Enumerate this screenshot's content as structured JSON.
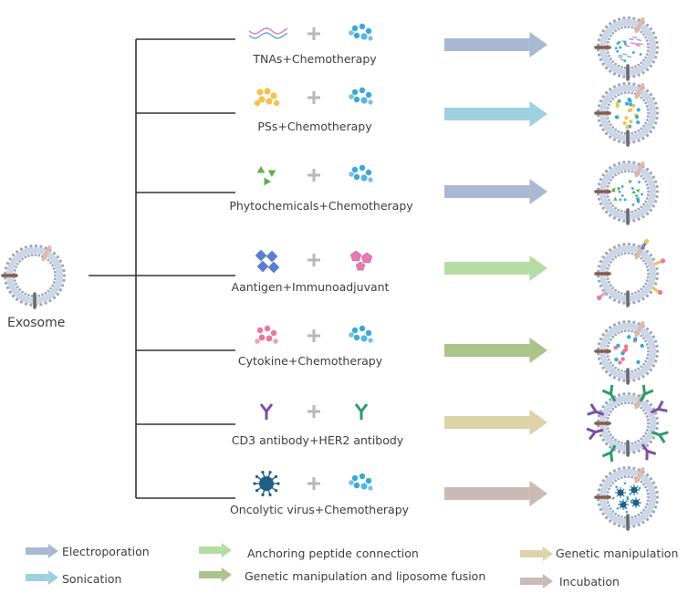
{
  "source": {
    "label": "Exosome"
  },
  "rows": [
    {
      "label": "TNAs+Chemotherapy",
      "left_icon": "tna-icon",
      "right_icon": "chemo-drug-icon",
      "method": "electroporation",
      "cargo": "tna"
    },
    {
      "label": "PSs+Chemotherapy",
      "left_icon": "photosensitizer-icon",
      "right_icon": "chemo-drug-icon",
      "method": "sonication",
      "cargo": "ps"
    },
    {
      "label": "Phytochemicals+Chemotherapy",
      "left_icon": "phytochemical-icon",
      "right_icon": "chemo-drug-icon",
      "method": "electroporation",
      "cargo": "phyto"
    },
    {
      "label": "Aantigen+Immunoadjuvant",
      "left_icon": "antigen-icon",
      "right_icon": "immunoadjuvant-icon",
      "method": "anchoring",
      "cargo": "antigen"
    },
    {
      "label": "Cytokine+Chemotherapy",
      "left_icon": "cytokine-icon",
      "right_icon": "chemo-drug-icon",
      "method": "genetic_liposome",
      "cargo": "cytokine"
    },
    {
      "label": "CD3 antibody+HER2 antibody",
      "left_icon": "cd3-antibody-icon",
      "right_icon": "her2-antibody-icon",
      "method": "genetic",
      "cargo": "antibody"
    },
    {
      "label": "Oncolytic virus+Chemotherapy",
      "left_icon": "oncolytic-virus-icon",
      "right_icon": "chemo-drug-icon",
      "method": "incubation",
      "cargo": "virus"
    }
  ],
  "methods": {
    "electroporation": {
      "label": "Electroporation",
      "color": "#a9b9d3"
    },
    "sonication": {
      "label": "Sonication",
      "color": "#9fd0df"
    },
    "anchoring": {
      "label": "Anchoring peptide connection",
      "color": "#b6dca6"
    },
    "genetic_liposome": {
      "label": "Genetic manipulation and  liposome fusion",
      "color": "#aac48a"
    },
    "genetic": {
      "label": "Genetic manipulation",
      "color": "#ddd3a8"
    },
    "incubation": {
      "label": "Incubation",
      "color": "#c9bbb3"
    }
  },
  "legend": [
    {
      "method": "electroporation",
      "label": "Electroporation"
    },
    {
      "method": "sonication",
      "label": "Sonication"
    },
    {
      "method": "anchoring",
      "label": "Anchoring peptide connection"
    },
    {
      "method": "genetic_liposome",
      "label": "Genetic manipulation and  liposome fusion"
    },
    {
      "method": "genetic",
      "label": "Genetic manipulation"
    },
    {
      "method": "incubation",
      "label": "Incubation"
    }
  ],
  "colors": {
    "tree": "#333333",
    "plus": "#b8b8b8",
    "membrane": "#cdd6e4",
    "membrane_dot": "#9aa8bf",
    "chemo": "#3aa7d8",
    "tna_a": "#e07ab0",
    "tna_b": "#6aa0e0",
    "ps": "#f2c14e",
    "phyto": "#5fb04a",
    "antigen": "#5a7fd0",
    "adjuvant": "#e878b4",
    "cytokine": "#e8789a",
    "cd3": "#7b4fa6",
    "her2": "#2e9a6a",
    "virus": "#1f5f86"
  }
}
